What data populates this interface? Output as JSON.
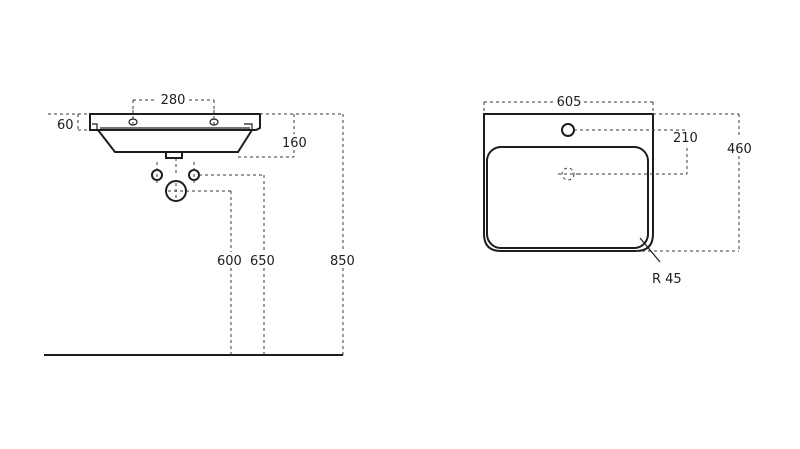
{
  "side_view": {
    "dim_tap_spacing": "280",
    "dim_rim_thickness": "60",
    "dim_basin_depth": "160",
    "dim_waste_height": "600",
    "dim_supply_height": "650",
    "dim_top_height": "850"
  },
  "top_view": {
    "dim_width": "605",
    "dim_tap_to_drain": "210",
    "dim_depth": "460",
    "dim_corner_radius": "R 45"
  },
  "colors": {
    "line": "#1d1d1b",
    "background": "#ffffff"
  }
}
